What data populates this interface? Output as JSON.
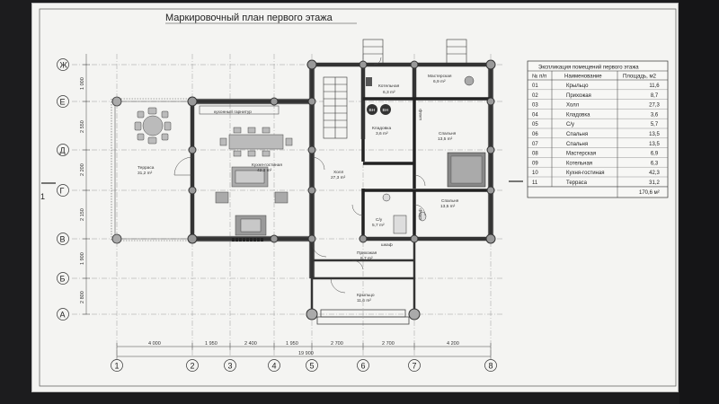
{
  "title": "Маркировочный план первого этажа",
  "section_mark": "1",
  "axes": {
    "letters": [
      "Ж",
      "Е",
      "Д",
      "Г",
      "В",
      "Б",
      "А"
    ],
    "numbers": [
      "1",
      "2",
      "3",
      "4",
      "5",
      "6",
      "7",
      "8"
    ]
  },
  "dimensions": {
    "bottom": [
      "4 000",
      "1 950",
      "2 400",
      "1 950",
      "2 700",
      "2 700",
      "4 200"
    ],
    "total": "19 900",
    "left": [
      "1 000",
      "2 550",
      "2 200",
      "2 150",
      "1 900",
      "2 800"
    ]
  },
  "rooms": [
    {
      "name": "Котельная",
      "area": "6,3 m²"
    },
    {
      "name": "Мастерская",
      "area": "6,9 m²"
    },
    {
      "name": "Кладовка",
      "area": "3,6 m²"
    },
    {
      "name": "Спальня",
      "area": "13,5 m²"
    },
    {
      "name": "Терраса",
      "area": "31,2 m²"
    },
    {
      "name": "Кухня-гостиная",
      "area": "42,3 m²"
    },
    {
      "name": "Холл",
      "area": "27,3 m²"
    },
    {
      "name": "С/у",
      "area": "5,7 m²"
    },
    {
      "name": "Спальня",
      "area": "13,5 m²"
    },
    {
      "name": "Прихожая",
      "area": "8,7 m²"
    },
    {
      "name": "Крыльцо",
      "area": "11,6 m²"
    }
  ],
  "labels": {
    "kitchen_set": "кухонный гарнитур",
    "wardrobe": "шкаф",
    "wardrobe2": "шкаф",
    "wardrobe3": "шкаф",
    "boiler1": "ВН",
    "boiler2": "ВН"
  },
  "explication": {
    "title": "Экспликация помещений первого этажа",
    "headers": [
      "№ п/п",
      "Наименование",
      "Площадь, м2"
    ],
    "rows": [
      [
        "01",
        "Крыльцо",
        "11,6"
      ],
      [
        "02",
        "Прихожая",
        "8,7"
      ],
      [
        "03",
        "Холл",
        "27,3"
      ],
      [
        "04",
        "Кладовка",
        "3,6"
      ],
      [
        "05",
        "С/у",
        "5,7"
      ],
      [
        "06",
        "Спальня",
        "13,5"
      ],
      [
        "07",
        "Спальня",
        "13,5"
      ],
      [
        "08",
        "Мастерская",
        "6,9"
      ],
      [
        "09",
        "Котельная",
        "6,3"
      ],
      [
        "10",
        "Кухня-гостиная",
        "42,3"
      ],
      [
        "11",
        "Терраса",
        "31,2"
      ]
    ],
    "total": "170,6 м²"
  }
}
